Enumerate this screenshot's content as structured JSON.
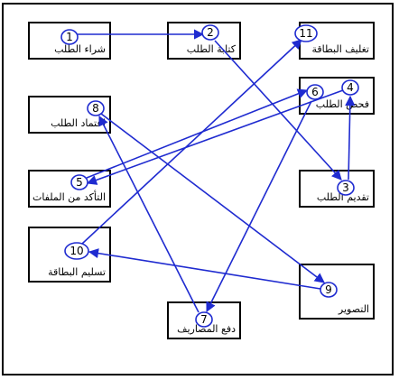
{
  "diagram": {
    "line_color": "#1f2bd0",
    "boxes": [
      {
        "id": 1,
        "label": "شراء الطلب"
      },
      {
        "id": 2,
        "label": "كتابة الطلب"
      },
      {
        "id": 11,
        "label": "تغليف البطاقة"
      },
      {
        "id": 8,
        "label": "اعتماد الطلب"
      },
      {
        "id": 6,
        "label": "فحص الطلب"
      },
      {
        "id": 5,
        "label": "التأكد من الملفات"
      },
      {
        "id": 3,
        "label": "تقديم الطلب"
      },
      {
        "id": 10,
        "label": "تسليم البطاقة"
      },
      {
        "id": 9,
        "label": "التصوير"
      },
      {
        "id": 7,
        "label": "دفع المصاريف"
      }
    ],
    "circle_labels": [
      "1",
      "2",
      "3",
      "4",
      "5",
      "6",
      "7",
      "8",
      "9",
      "10",
      "11"
    ]
  }
}
